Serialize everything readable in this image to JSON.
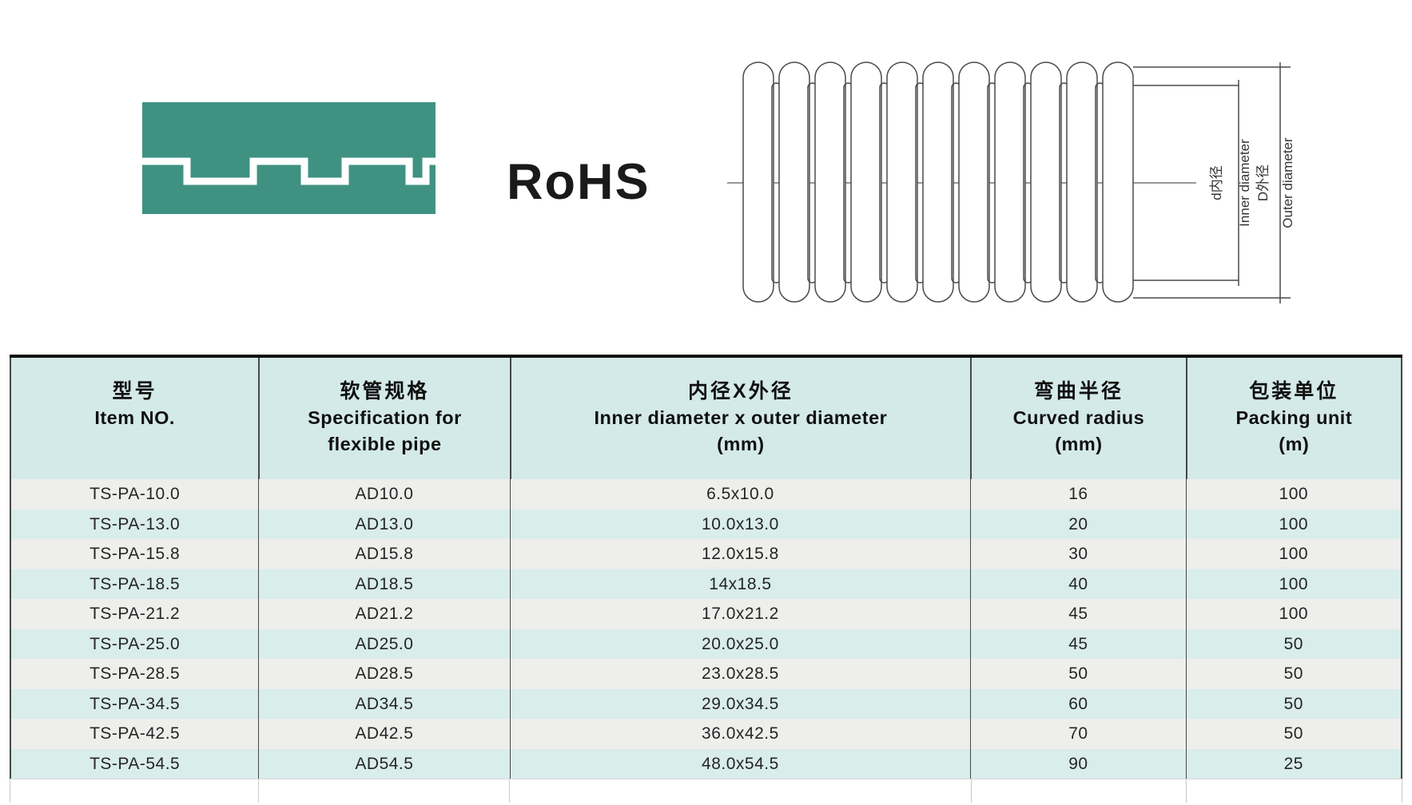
{
  "brand": {
    "rohs": "RoHS"
  },
  "diagram": {
    "inner_label_zh": "d内径",
    "inner_label_en": "Inner diameter",
    "outer_label_zh": "D外径",
    "outer_label_en": "Outer diameter"
  },
  "table": {
    "columns": [
      {
        "zh": "型号",
        "en": [
          "Item NO."
        ]
      },
      {
        "zh": "软管规格",
        "en": [
          "Specification for",
          "flexible pipe"
        ]
      },
      {
        "zh": "内径X外径",
        "en": [
          "Inner diameter x outer diameter",
          "(mm)"
        ]
      },
      {
        "zh": "弯曲半径",
        "en": [
          "Curved radius",
          "(mm)"
        ]
      },
      {
        "zh": "包装单位",
        "en": [
          "Packing unit",
          "(m)"
        ]
      }
    ],
    "rows": [
      [
        "TS-PA-10.0",
        "AD10.0",
        "6.5x10.0",
        "16",
        "100"
      ],
      [
        "TS-PA-13.0",
        "AD13.0",
        "10.0x13.0",
        "20",
        "100"
      ],
      [
        "TS-PA-15.8",
        "AD15.8",
        "12.0x15.8",
        "30",
        "100"
      ],
      [
        "TS-PA-18.5",
        "AD18.5",
        "14x18.5",
        "40",
        "100"
      ],
      [
        "TS-PA-21.2",
        "AD21.2",
        "17.0x21.2",
        "45",
        "100"
      ],
      [
        "TS-PA-25.0",
        "AD25.0",
        "20.0x25.0",
        "45",
        "50"
      ],
      [
        "TS-PA-28.5",
        "AD28.5",
        "23.0x28.5",
        "50",
        "50"
      ],
      [
        "TS-PA-34.5",
        "AD34.5",
        "29.0x34.5",
        "60",
        "50"
      ],
      [
        "TS-PA-42.5",
        "AD42.5",
        "36.0x42.5",
        "70",
        "50"
      ],
      [
        "TS-PA-54.5",
        "AD54.5",
        "48.0x54.5",
        "90",
        "25"
      ]
    ]
  },
  "colors": {
    "logo_green": "#3f9282",
    "header_bg": "#d4eae8",
    "row_cyan_bg": "#d9edeb",
    "row_gray_bg": "#eeeeec"
  }
}
